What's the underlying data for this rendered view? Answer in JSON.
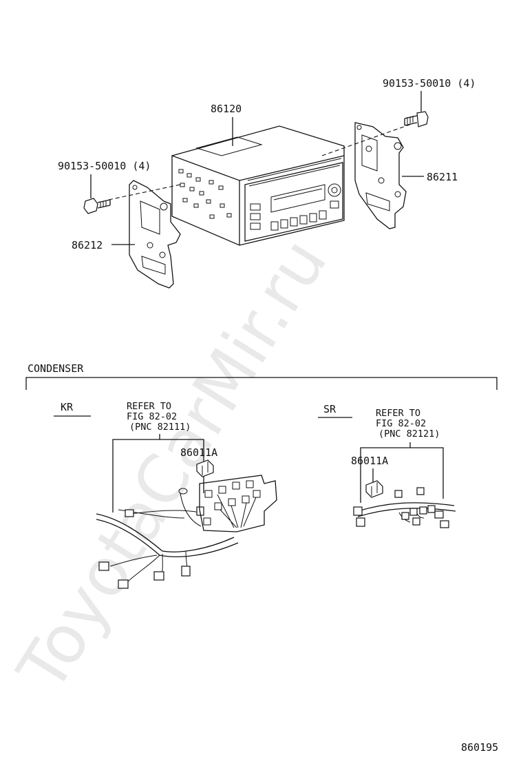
{
  "watermark": "ToyotaCarMir.ru",
  "parts": {
    "radio": "86120",
    "bolt_right": "90153-50010 (4)",
    "bolt_left": "90153-50010 (4)",
    "bracket_right": "86211",
    "bracket_left": "86212"
  },
  "condenser": {
    "title": "CONDENSER",
    "kr": {
      "label": "KR",
      "refer_line1": "REFER TO",
      "refer_line2": "FIG 82-02",
      "refer_line3": "(PNC 82111)",
      "part": "86011A"
    },
    "sr": {
      "label": "SR",
      "refer_line1": "REFER TO",
      "refer_line2": "FIG 82-02",
      "refer_line3": "(PNC 82121)",
      "part": "86011A"
    }
  },
  "figure_number": "860195"
}
